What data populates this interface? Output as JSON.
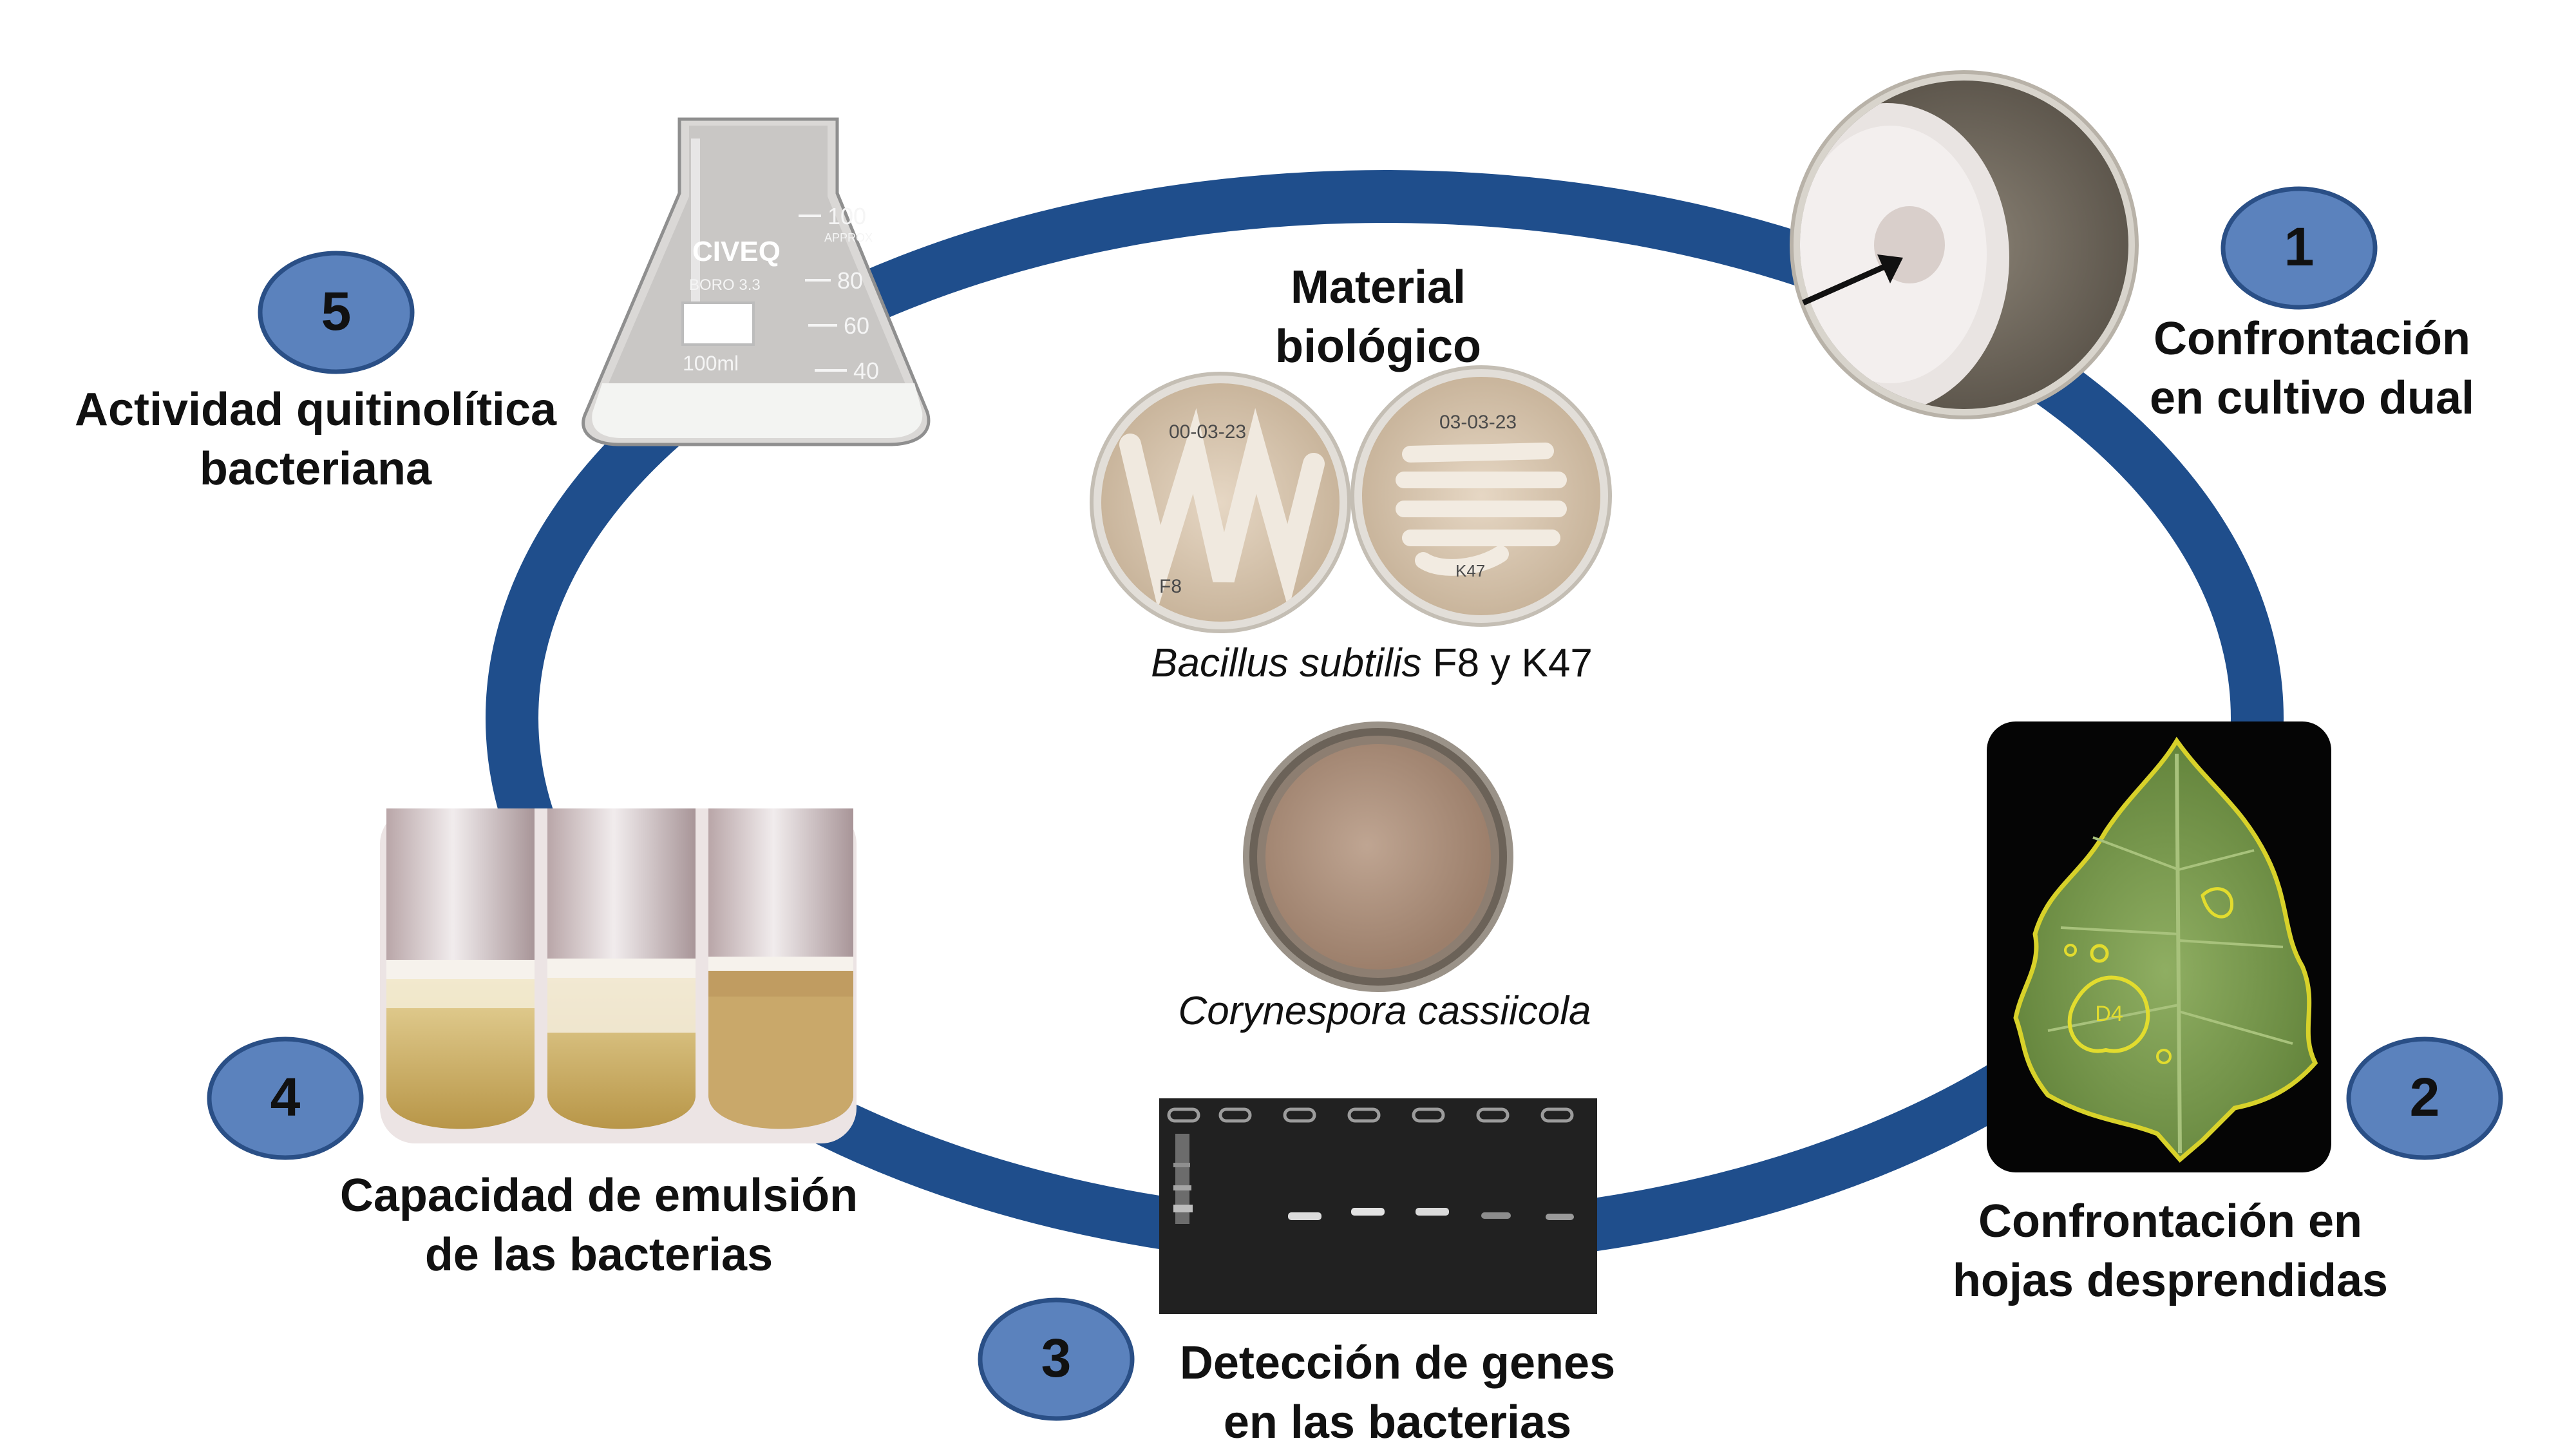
{
  "center": {
    "title_line1": "Material",
    "title_line2": "biológico",
    "bacteria_caption_italic": "Bacillus subtilis",
    "bacteria_caption_rest": " F8 y K47",
    "plate_left_text": "00-03-23",
    "plate_left_mark": "F8",
    "plate_right_text": "03-03-23",
    "plate_right_mark": "K47",
    "fungus_caption": "Corynespora cassiicola"
  },
  "steps": [
    {
      "number": "1",
      "line1": "Confrontación",
      "line2": "en cultivo dual"
    },
    {
      "number": "2",
      "line1": "Confrontación en",
      "line2": "hojas desprendidas"
    },
    {
      "number": "3",
      "line1": "Detección de genes",
      "line2": "en las bacterias"
    },
    {
      "number": "4",
      "line1": "Capacidad de emulsión",
      "line2": "de las bacterias"
    },
    {
      "number": "5",
      "line1": "Actividad quitinolítica",
      "line2": "bacteriana"
    }
  ],
  "flask": {
    "brand": "CIVEQ",
    "material": "BORO 3.3",
    "volume": "100ml",
    "scale": [
      "100",
      "80",
      "60",
      "40"
    ],
    "approx": "APPROX"
  },
  "leaf": {
    "lesion_label": "D4"
  },
  "colors": {
    "ring": "#1f4e8c",
    "badge_fill": "#5b82bd",
    "badge_stroke": "#2a4f86",
    "label_text": "#111111"
  }
}
